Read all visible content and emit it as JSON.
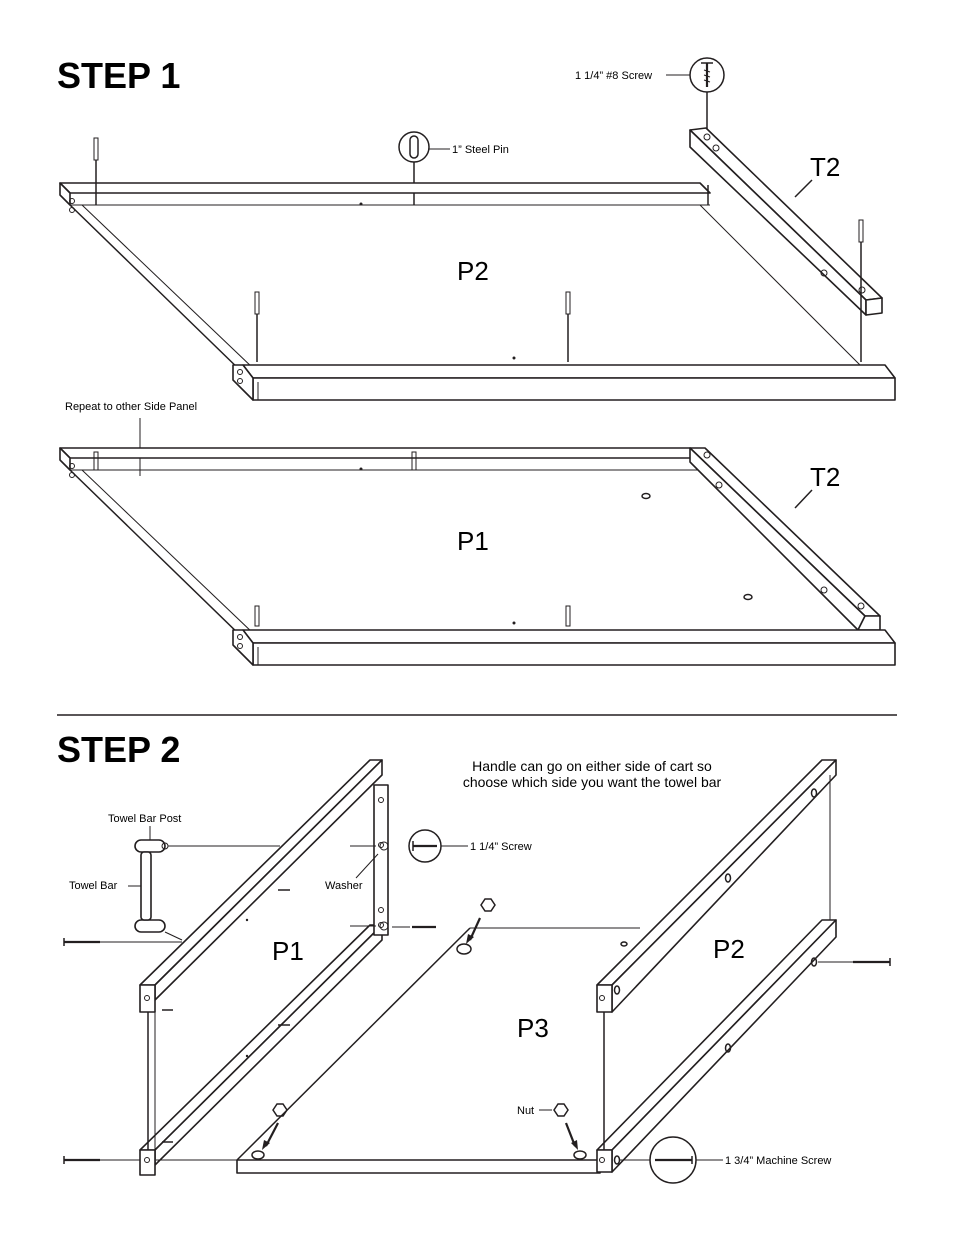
{
  "step1": {
    "title": "STEP 1",
    "screw_label": "1 1/4” #8 Screw",
    "pin_label": "1” Steel Pin",
    "repeat_label": "Repeat to other Side Panel",
    "upper_panel": "P2",
    "upper_top": "T2",
    "lower_panel": "P1",
    "lower_top": "T2"
  },
  "step2": {
    "title": "STEP 2",
    "note_line1": "Handle can go on either side of cart so",
    "note_line2": "choose which side you want the towel bar",
    "towel_bar_post": "Towel Bar Post",
    "towel_bar": "Towel Bar",
    "screw_label": "1 1/4” Screw",
    "washer_label": "Washer",
    "nut_label": "Nut",
    "machine_screw_label": "1 3/4” Machine Screw",
    "left_panel": "P1",
    "right_panel": "P2",
    "bottom_panel": "P3"
  },
  "icons": [
    "screw-icon",
    "steel-pin-icon",
    "nut-icon",
    "washer-icon",
    "machine-screw-icon"
  ]
}
